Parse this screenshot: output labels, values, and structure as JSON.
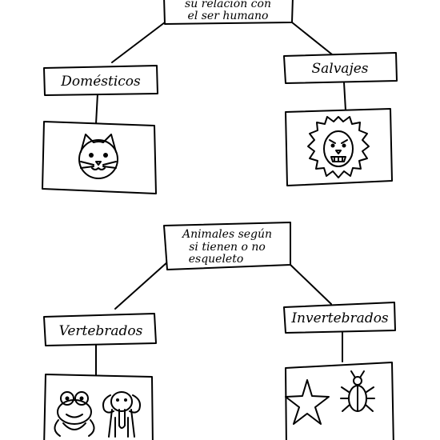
{
  "diagram1": {
    "title_line1": "su relación con",
    "title_line2": "el ser humano",
    "left_label": "Domésticos",
    "right_label": "Salvajes",
    "left_image_icon": "cat-icon",
    "right_image_icon": "lion-icon"
  },
  "diagram2": {
    "title_line1": "Animales según",
    "title_line2": "si tienen o no",
    "title_line3": "esqueleto",
    "left_label": "Vertebrados",
    "right_label": "Invertebrados",
    "left_image_icons": [
      "frog-icon",
      "elephant-icon"
    ],
    "right_image_icons": [
      "starfish-icon",
      "beetle-icon"
    ]
  }
}
